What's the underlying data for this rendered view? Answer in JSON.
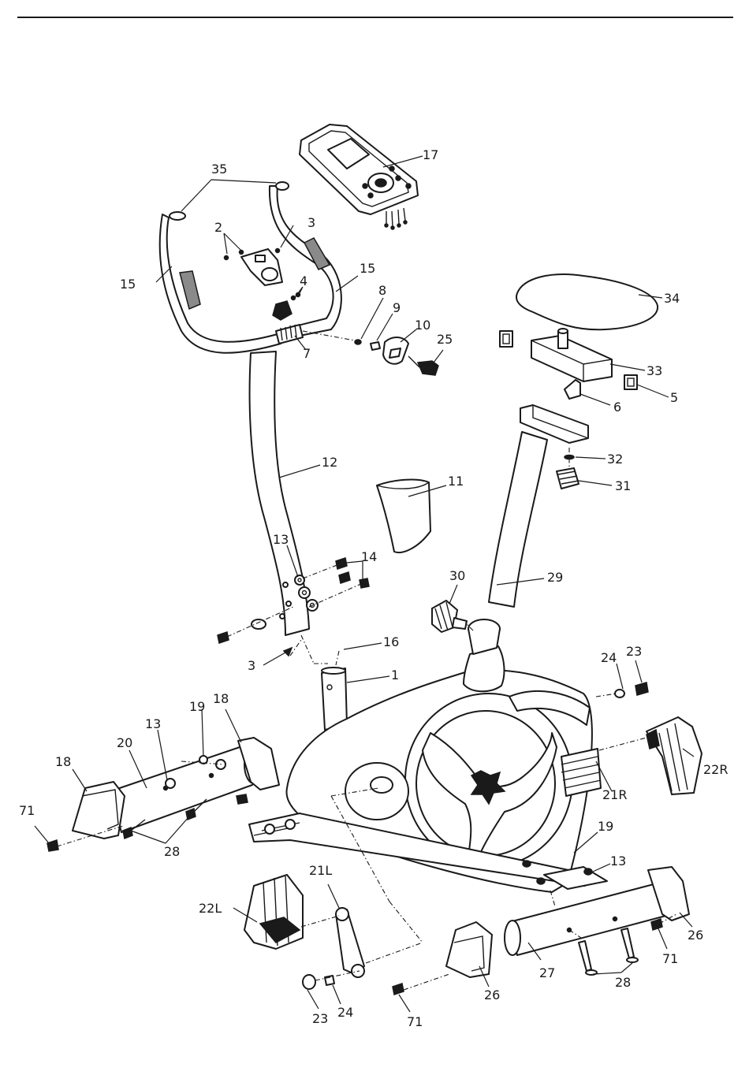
{
  "labels": {
    "l1": "1",
    "l2": "2",
    "l3a": "3",
    "l3b": "3",
    "l4": "4",
    "l5": "5",
    "l6": "6",
    "l7": "7",
    "l8": "8",
    "l9": "9",
    "l10": "10",
    "l11": "11",
    "l12": "12",
    "l13a": "13",
    "l13b": "13",
    "l13c": "13",
    "l14": "14",
    "l15a": "15",
    "l15b": "15",
    "l16": "16",
    "l17": "17",
    "l18a": "18",
    "l18b": "18",
    "l19a": "19",
    "l19b": "19",
    "l20": "20",
    "l21L": "21L",
    "l21R": "21R",
    "l22L": "22L",
    "l22R": "22R",
    "l23a": "23",
    "l23b": "23",
    "l24a": "24",
    "l24b": "24",
    "l25": "25",
    "l26a": "26",
    "l26b": "26",
    "l27": "27",
    "l28a": "28",
    "l28b": "28",
    "l29": "29",
    "l30": "30",
    "l31": "31",
    "l32": "32",
    "l33": "33",
    "l34": "34",
    "l35": "35",
    "l71a": "71",
    "l71b": "71",
    "l71c": "71"
  },
  "colors": {
    "line": "#1a1a1a",
    "background": "#ffffff",
    "shade": "#8a8a8a"
  }
}
